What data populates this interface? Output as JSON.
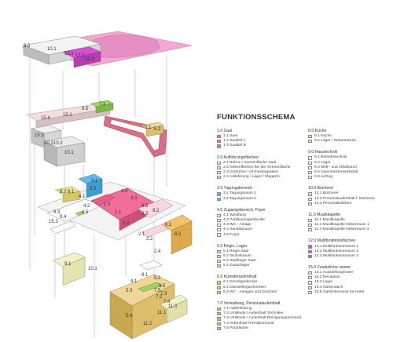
{
  "legend_title": "FUNKTIONSSCHEMA",
  "legend_columns": [
    [
      {
        "title": "1.0 Saal",
        "items": [
          {
            "label": "1.1 Saal",
            "color": "#f06f9a"
          },
          {
            "label": "1.2 Saalteil A",
            "color": "#f06f9a"
          },
          {
            "label": "1.3 Saalteil B",
            "color": "#f06f9a"
          }
        ]
      },
      {
        "title": "2.0 Aufführungsflächen",
        "items": [
          {
            "label": "2.1 Bühne / Szenenfläche Saal",
            "color": "#f7d6e3"
          },
          {
            "label": "2.2 Nebenflächen bei der Szenenfläche",
            "color": "#f7d6e3"
          },
          {
            "label": "2.3 Vorbühne / Orchestergraben",
            "color": "#f7d6e3"
          },
          {
            "label": "2.4 Anlieferung / Lager / Magazin",
            "color": "#f7d6e3"
          }
        ]
      },
      {
        "title": "3.0 Tagungsbereich",
        "items": [
          {
            "label": "3.1 Tagungsraum 1",
            "color": "#5eb8e8"
          },
          {
            "label": "3.2 Tagungsraum 2",
            "color": "#5eb8e8"
          }
        ]
      },
      {
        "title": "4.0 Zugangsbereich, Foyer",
        "items": [
          {
            "label": "4.1 Windfang",
            "color": "#ffffff"
          },
          {
            "label": "4.2 Publikumsgarderobe",
            "color": "#ffffff"
          },
          {
            "label": "4.3 WC - Anlage",
            "color": "#ffffff"
          },
          {
            "label": "4.4 Sanitätsraum",
            "color": "#ffffff"
          },
          {
            "label": "4.5 Foyer",
            "color": "#ffffff"
          }
        ]
      },
      {
        "title": "5.0 Regie, Lager",
        "items": [
          {
            "label": "5.1 Regie Saal",
            "color": "#efd79a"
          },
          {
            "label": "5.2 Technikraum",
            "color": "#efd79a"
          },
          {
            "label": "5.3 Stuhllager Saal",
            "color": "#efd79a"
          },
          {
            "label": "5.4 Zusatzlager",
            "color": "#efd79a"
          }
        ]
      },
      {
        "title": "6.0 Künstleraufenthalt",
        "items": [
          {
            "label": "6.1 Einzelgarderobe",
            "color": "#f2c26a"
          },
          {
            "label": "6.2 Darstellergarderoben",
            "color": "#f2c26a"
          },
          {
            "label": "6.3 WC - Anlagen und Duschen",
            "color": "#f2c26a"
          }
        ]
      },
      {
        "title": "7.0 Verwaltung, Personalaufenthalt",
        "items": [
          {
            "label": "7.1 Hallenleitung",
            "color": "#9ed666"
          },
          {
            "label": "7.2 Umkleide / Aufenthalt Techniker",
            "color": "#9ed666"
          },
          {
            "label": "7.3 Umkleide / Aufenthalt Reinigungspersonal",
            "color": "#9ed666"
          },
          {
            "label": "7.4 Aufenthalt Fremdpersonal",
            "color": "#9ed666"
          },
          {
            "label": "7.5 Putzräume",
            "color": "#9ed666"
          }
        ]
      }
    ],
    [
      {
        "title": "8.0 Küche",
        "items": [
          {
            "label": "8.1 Küche",
            "color": "#e8e08a"
          },
          {
            "label": "8.2 Lager / Nebenräume",
            "color": "#e8e08a"
          }
        ]
      },
      {
        "title": "9.0 Haustechnik",
        "items": [
          {
            "label": "9.1 Betriebstechnik",
            "color": "#ffffff"
          },
          {
            "label": "9.2 Lager",
            "color": "#ffffff"
          },
          {
            "label": "9.3 Müll - und Abfallraum",
            "color": "#ffffff"
          },
          {
            "label": "9.4 Hausmeisterwerkstatt",
            "color": "#ffffff"
          },
          {
            "label": "9.5 Aufzug",
            "color": "#ffffff"
          }
        ]
      },
      {
        "title": "10.0 Büchereí",
        "items": [
          {
            "label": "10.1 Bücherei",
            "color": "#e2e2e2"
          },
          {
            "label": "10.2 Personalaufenthalt f. Bücherei",
            "color": "#e2e2e2"
          },
          {
            "label": "10.3 Personaltoiletten",
            "color": "#e2e2e2"
          }
        ]
      },
      {
        "title": "11.0 Musikkapelle",
        "items": [
          {
            "label": "11.1 Musikkapelle",
            "color": "#f2f2c8"
          },
          {
            "label": "11.2 Musikkapelle Nebenraum 1",
            "color": "#f2f2c8"
          },
          {
            "label": "11.3 Musikkapelle Nebenraum 2",
            "color": "#f2f2c8"
          }
        ]
      },
      {
        "title": "12.0 Multifunktionsflächen",
        "items": [
          {
            "label": "12.1 Multifunktionsraum 1",
            "color": "#d64fd6"
          },
          {
            "label": "12.2 Multifunktionsraum 2",
            "color": "#d64fd6"
          },
          {
            "label": "12.3 Multifunktionsraum 3",
            "color": "#d64fd6"
          }
        ]
      },
      {
        "title": "15.0 Zusätzliche räume",
        "items": [
          {
            "label": "15.1 Ausstellungsraum",
            "color": "#f5dede"
          },
          {
            "label": "15.2 Reception",
            "color": "#f5dede"
          },
          {
            "label": "15.3 Lager",
            "color": "#f5dede"
          },
          {
            "label": "15.4 Gartendach",
            "color": "#f5dede"
          },
          {
            "label": "15.5 Gartenterrasse für Hotel",
            "color": "#f5dede"
          }
        ]
      }
    ]
  ],
  "labels": {
    "l_9_5a": "9.5",
    "l_10_1a": "10.1",
    "l_12_1": "12.1",
    "l_12_2": "12.2",
    "l_12_3": "12.3",
    "l_7_1": "7.1",
    "l_9_5b": "9.5",
    "l_15_4": "15.4",
    "l_15_1": "15.1",
    "l_5_1": "5.1",
    "l_5_2a": "5.2",
    "l_15_5": "15.5",
    "l_10_3": "10.3",
    "l_10_2": "10.2",
    "l_10_1b": "10.1",
    "l_3_1": "3.1",
    "l_3_2": "3.2",
    "l_4_4": "4.4",
    "l_8_1": "8.1",
    "l_8_2": "8.2",
    "l_4_1a": "4.1",
    "l_9_3": "9.3",
    "l_9_4": "9.4",
    "l_15_3": "15.3",
    "l_4_2": "4.2",
    "l_4_5": "4.5",
    "l_4_3": "4.3",
    "l_1_3": "1.3",
    "l_1_1": "1.1",
    "l_9_5c": "9.5",
    "l_9_2": "9.2",
    "l_1_2": "1.2",
    "l_2_3": "2.3",
    "l_2_1": "2.1",
    "l_2_2": "2.2",
    "l_6_1": "6.1",
    "l_6_2": "6.2",
    "l_2_4": "2.4",
    "l_10_1c": "10.1",
    "l_9_1a": "9.1",
    "l_9_1b": "9.1",
    "l_9_5d": "9.5",
    "l_7_2": "7.2",
    "l_7_3": "7.3",
    "l_7_4": "7.4",
    "l_7_5": "7.5",
    "l_5_3": "5.3",
    "l_5_4": "5.4",
    "l_11_3": "11.3",
    "l_11_1": "11.1",
    "l_11_2": "11.2",
    "l_4_1b": "4.1",
    "l_5_2b": "5.2"
  }
}
